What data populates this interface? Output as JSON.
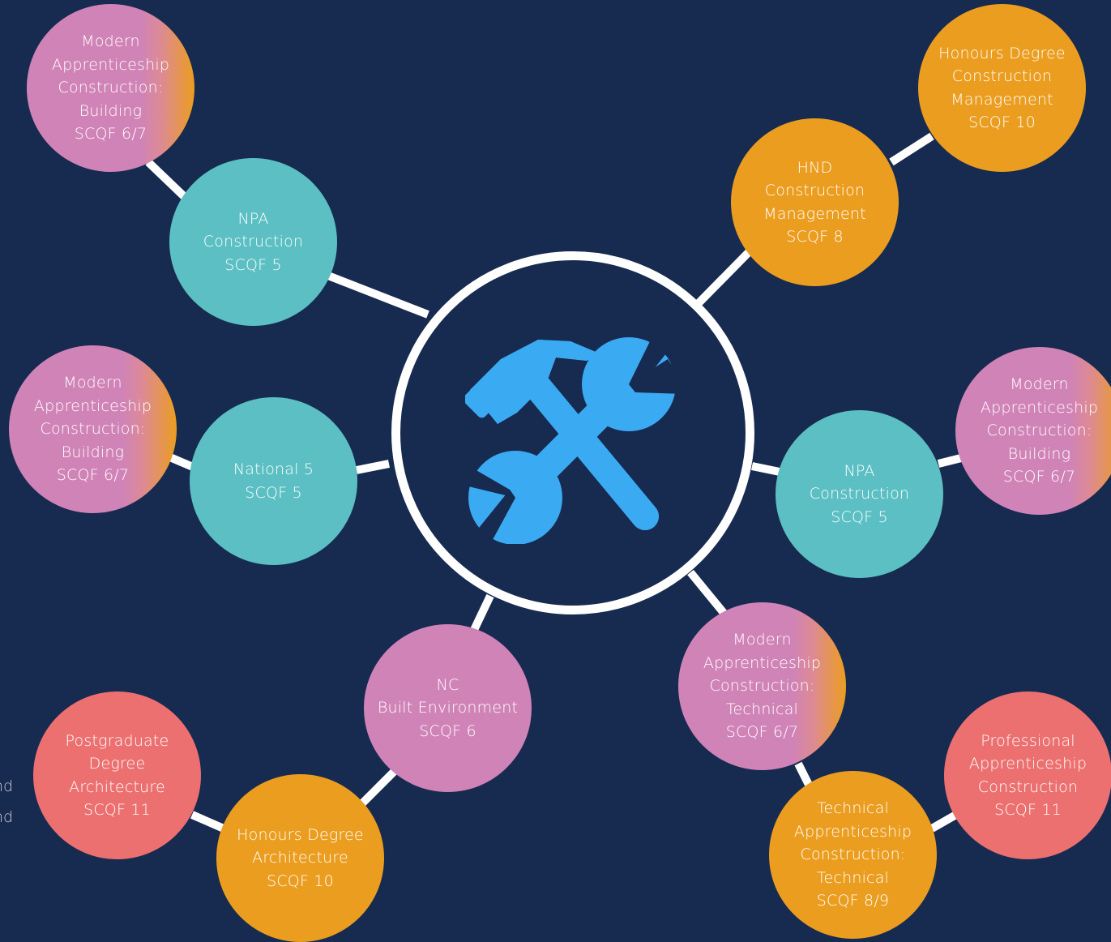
{
  "colors": {
    "background": "#172a50",
    "teal": "#5bbfc3",
    "orange": "#eb9d1f",
    "pink": "#d083b7",
    "red": "#ec7070",
    "connector": "#ffffff",
    "hub_icon": "#3aaaf2"
  },
  "hub": {
    "icon": "hammer-and-wrench-icon"
  },
  "nodes": {
    "ma_top_left": [
      "Modern",
      "Apprenticeship",
      "Construction:",
      "Building",
      "SCQF 6/7"
    ],
    "npa_left": [
      "NPA",
      "Construction",
      "SCQF 5"
    ],
    "ma_mid_left": [
      "Modern",
      "Apprenticeship",
      "Construction:",
      "Building",
      "SCQF 6/7"
    ],
    "national5": [
      "National 5",
      "SCQF 5"
    ],
    "nc": [
      "NC",
      "Built Environment",
      "SCQF 6"
    ],
    "postgrad": [
      "Postgraduate",
      "Degree",
      "Architecture",
      "SCQF 11"
    ],
    "honours_arch": [
      "Honours Degree",
      "Architecture",
      "SCQF 10"
    ],
    "honours_cm": [
      "Honours Degree",
      "Construction",
      "Management",
      "SCQF 10"
    ],
    "hnd": [
      "HND",
      "Construction",
      "Management",
      "SCQF 8"
    ],
    "npa_right": [
      "NPA",
      "Construction",
      "SCQF 5"
    ],
    "ma_right": [
      "Modern",
      "Apprenticeship",
      "Construction:",
      "Building",
      "SCQF 6/7"
    ],
    "ma_technical": [
      "Modern",
      "Apprenticeship",
      "Construction:",
      "Technical",
      "SCQF 6/7"
    ],
    "ta_technical": [
      "Technical",
      "Apprenticeship",
      "Construction:",
      "Technical",
      "SCQF 8/9"
    ],
    "prof_app": [
      "Professional",
      "Apprenticeship",
      "Construction",
      "SCQF 11"
    ]
  },
  "edge_text": [
    "nd",
    "nd"
  ]
}
